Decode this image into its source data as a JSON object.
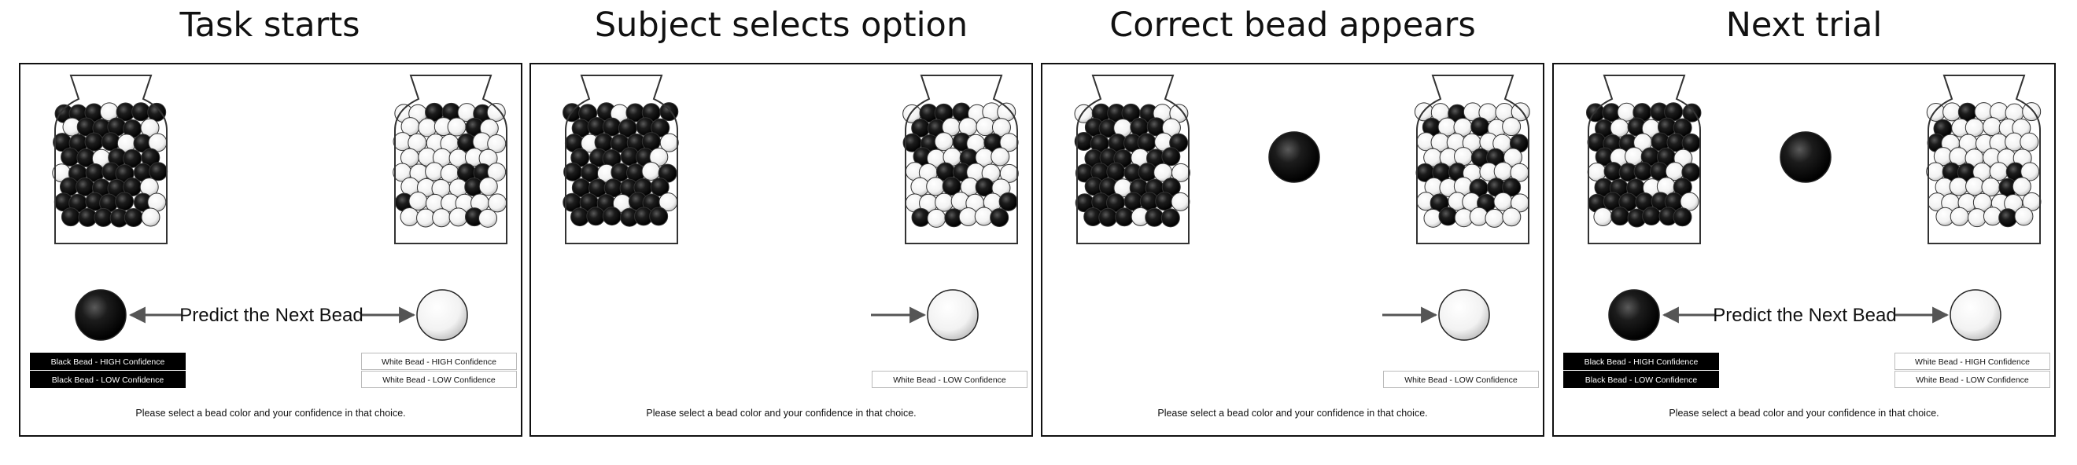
{
  "stages": [
    {
      "title": "Task starts",
      "predict_label": "Predict the Next Bead",
      "show_both_arrows": true,
      "shown_bead": null,
      "buttons": [
        {
          "label": "Black Bead - HIGH Confidence",
          "style": "black"
        },
        {
          "label": "Black Bead - LOW Confidence",
          "style": "black"
        },
        {
          "label": "White Bead - HIGH Confidence",
          "style": "white"
        },
        {
          "label": "White Bead - LOW Confidence",
          "style": "white"
        }
      ],
      "prompt": "Please select a bead color and your confidence in that choice."
    },
    {
      "title": "Subject selects option",
      "predict_label": "",
      "show_both_arrows": false,
      "shown_bead": null,
      "buttons": [
        {
          "label": "White Bead - LOW Confidence",
          "style": "white"
        }
      ],
      "prompt": "Please select a bead color and your confidence in that choice."
    },
    {
      "title": "Correct bead appears",
      "predict_label": "",
      "show_both_arrows": false,
      "shown_bead": "black",
      "buttons": [
        {
          "label": "White Bead - LOW Confidence",
          "style": "white"
        }
      ],
      "prompt": "Please select a bead color and your confidence in that choice."
    },
    {
      "title": "Next trial",
      "predict_label": "Predict the Next Bead",
      "show_both_arrows": true,
      "shown_bead": "black",
      "buttons": [
        {
          "label": "Black Bead - HIGH Confidence",
          "style": "black"
        },
        {
          "label": "Black Bead - LOW Confidence",
          "style": "black"
        },
        {
          "label": "White Bead - HIGH Confidence",
          "style": "white"
        },
        {
          "label": "White Bead - LOW Confidence",
          "style": "white"
        }
      ],
      "prompt": "Please select a bead color and your confidence in that choice."
    }
  ],
  "jars": {
    "left": {
      "name": "mostly-black jar",
      "beads": "mostly black"
    },
    "right": {
      "name": "mostly-white jar",
      "beads": "mostly white"
    }
  },
  "colors": {
    "black_bead": "#000000",
    "white_bead": "#ffffff",
    "border": "#111111"
  }
}
